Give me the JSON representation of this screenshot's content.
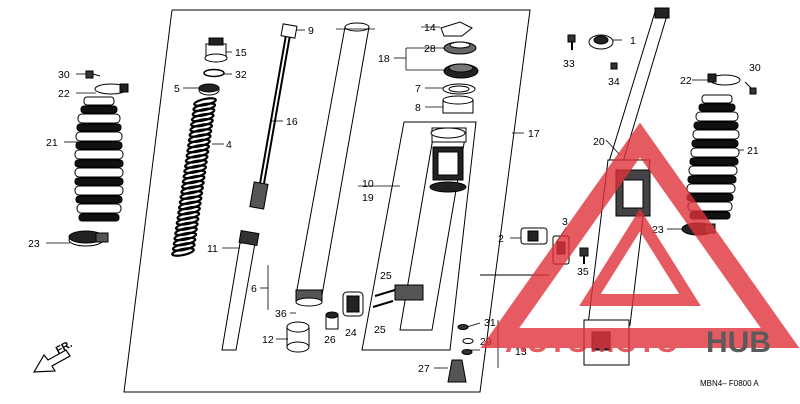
{
  "diagram": {
    "callouts": {
      "c1": "1",
      "c2": "2",
      "c3": "3",
      "c4": "4",
      "c5": "5",
      "c6": "6",
      "c7": "7",
      "c8": "8",
      "c9": "9",
      "c10": "10",
      "c11": "11",
      "c12": "12",
      "c13": "13",
      "c14": "14",
      "c15": "15",
      "c16": "16",
      "c17": "17",
      "c18": "18",
      "c19": "19",
      "c20": "20",
      "c21": "21",
      "c21b": "21",
      "c22": "22",
      "c22b": "22",
      "c23": "23",
      "c23b": "23",
      "c24": "24",
      "c25": "25",
      "c25b": "25",
      "c26": "26",
      "c27": "27",
      "c28": "28",
      "c29": "29",
      "c30": "30",
      "c30b": "30",
      "c31": "31",
      "c32": "32",
      "c33": "33",
      "c34": "34",
      "c35": "35",
      "c36": "36"
    },
    "front_marker": "FR.",
    "diagram_code": "MBN4– F0800 A"
  },
  "watermark": {
    "text_left": "AUTOMOTO",
    "text_right": "HUB",
    "color_red": "#e0323a",
    "color_dark": "#333333"
  }
}
